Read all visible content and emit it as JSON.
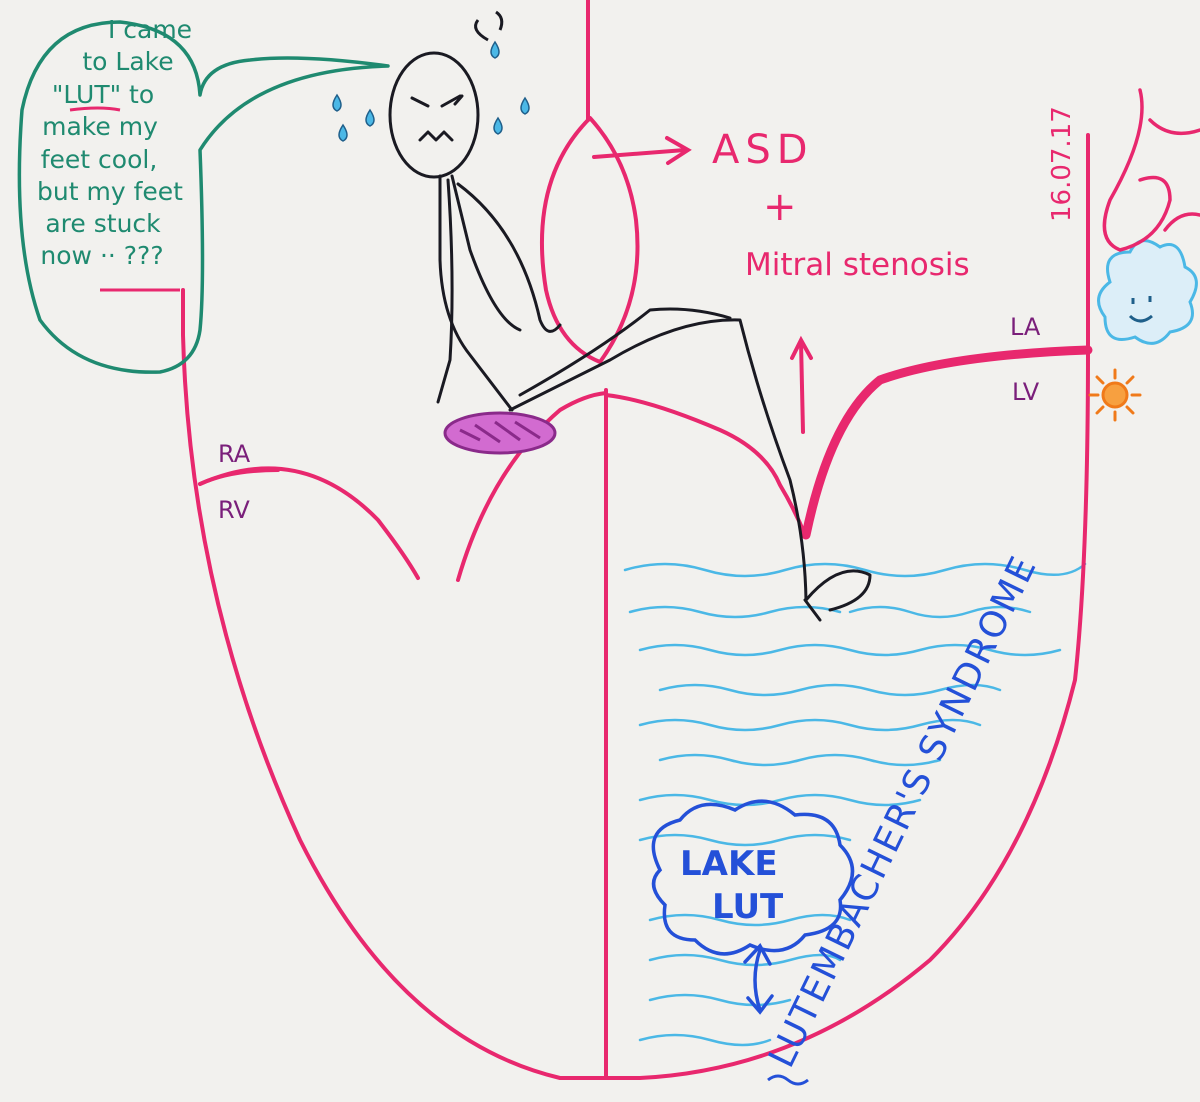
{
  "colors": {
    "paper": "#f2f1ee",
    "heart": "#e8286e",
    "chamber_label": "#7a1f7a",
    "bubble": "#1f8a70",
    "water": "#4bb8e6",
    "title": "#2450d8",
    "figure": "#1a1a22",
    "sun": "#f07a1a"
  },
  "speech_bubble": {
    "lines": [
      "I came",
      "to Lake",
      "\"LUT\" to",
      "make my",
      "feet cool,",
      "but my feet",
      "are stuck",
      "now ·· ???"
    ]
  },
  "chambers": {
    "ra": "RA",
    "rv": "RV",
    "la": "LA",
    "lv": "LV"
  },
  "annotations": {
    "asd": "ASD",
    "plus": "+",
    "mitral": "Mitral stenosis"
  },
  "lake": {
    "line1": "LAKE",
    "line2": "LUT"
  },
  "date": "16.07.17",
  "title": "LUTEMBACHER'S SYNDROME"
}
